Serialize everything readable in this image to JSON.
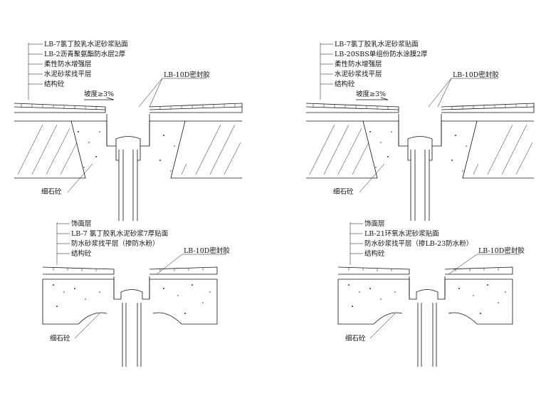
{
  "details": [
    {
      "labels": [
        "LB-7氯丁胶乳水泥砂浆贴面",
        "LB-2沥青聚氨酯防水层2厚",
        "柔性防水增强层",
        "水泥砂浆找平层",
        "结构砼"
      ],
      "sealant": "LB-10D密封胶",
      "slope": "坡度≥3%",
      "fill": "细石砼"
    },
    {
      "labels": [
        "LB-7氯丁胶乳水泥砂浆贴面",
        "LB-20SBS单组份防水涂膜2厚",
        "柔性防水增强层",
        "水泥砂浆找平层",
        "结构砼"
      ],
      "sealant": "LB-10D密封胶",
      "slope": "坡度≥3%",
      "fill": "细石砼"
    },
    {
      "labels": [
        "饰面层",
        "LB-7 氯丁胶乳水泥砂浆7厚贴面",
        "防水砂浆找平层（掺防水粉）",
        "结构砼"
      ],
      "sealant": "LB-10D密封胶",
      "fill": "细石砼"
    },
    {
      "labels": [
        "饰面层",
        "LB-21环氧水泥砂浆贴面",
        "防水砂浆找平层（掺LB-23防水粉）",
        "结构砼"
      ],
      "sealant": "LB-10D密封胶",
      "fill": "细石砼"
    }
  ]
}
